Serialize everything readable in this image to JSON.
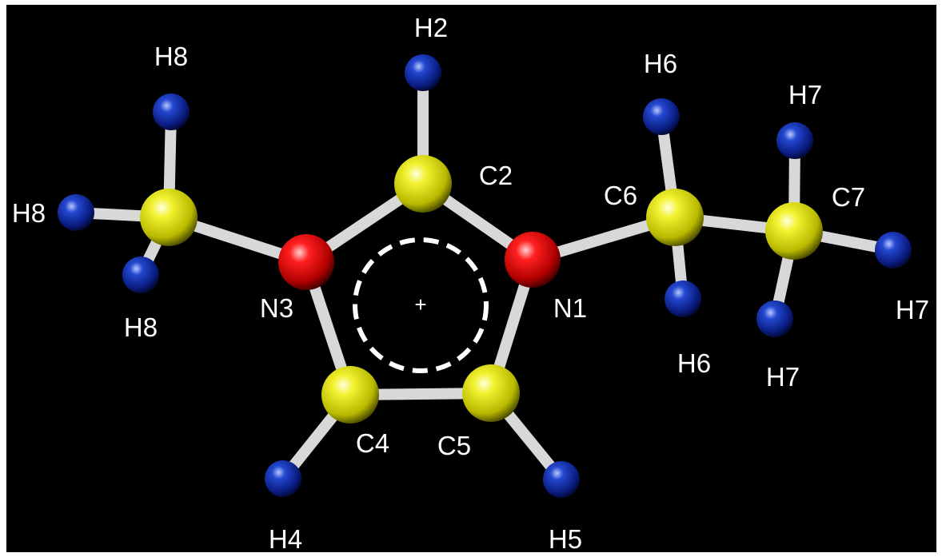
{
  "colors": {
    "background": "#000000",
    "carbon": "#e6e600",
    "nitrogen": "#e00000",
    "hydrogen": "#1030b0",
    "bond": "#d8d8d8",
    "label": "#ffffff"
  },
  "charge": "+",
  "atoms": [
    {
      "id": "c2",
      "element": "carbon",
      "label": "C2"
    },
    {
      "id": "n1",
      "element": "nitrogen",
      "label": "N1"
    },
    {
      "id": "c5",
      "element": "carbon",
      "label": "C5"
    },
    {
      "id": "c4",
      "element": "carbon",
      "label": "C4"
    },
    {
      "id": "n3",
      "element": "nitrogen",
      "label": "N3"
    },
    {
      "id": "h2",
      "element": "hydrogen",
      "label": "H2"
    },
    {
      "id": "h4",
      "element": "hydrogen",
      "label": "H4"
    },
    {
      "id": "h5",
      "element": "hydrogen",
      "label": "H5"
    },
    {
      "id": "cm",
      "element": "carbon",
      "label": ""
    },
    {
      "id": "h8a",
      "element": "hydrogen",
      "label": "H8"
    },
    {
      "id": "h8b",
      "element": "hydrogen",
      "label": "H8"
    },
    {
      "id": "h8c",
      "element": "hydrogen",
      "label": "H8"
    },
    {
      "id": "c6",
      "element": "carbon",
      "label": "C6"
    },
    {
      "id": "h6a",
      "element": "hydrogen",
      "label": "H6"
    },
    {
      "id": "h6b",
      "element": "hydrogen",
      "label": "H6"
    },
    {
      "id": "c7",
      "element": "carbon",
      "label": "C7"
    },
    {
      "id": "h7a",
      "element": "hydrogen",
      "label": "H7"
    },
    {
      "id": "h7b",
      "element": "hydrogen",
      "label": "H7"
    },
    {
      "id": "h7c",
      "element": "hydrogen",
      "label": "H7"
    }
  ],
  "bonds": [
    [
      "c2",
      "n1"
    ],
    [
      "n1",
      "c5"
    ],
    [
      "c5",
      "c4"
    ],
    [
      "c4",
      "n3"
    ],
    [
      "n3",
      "c2"
    ],
    [
      "c2",
      "h2"
    ],
    [
      "c4",
      "h4"
    ],
    [
      "c5",
      "h5"
    ],
    [
      "n3",
      "cm"
    ],
    [
      "cm",
      "h8a"
    ],
    [
      "cm",
      "h8b"
    ],
    [
      "cm",
      "h8c"
    ],
    [
      "n1",
      "c6"
    ],
    [
      "c6",
      "h6a"
    ],
    [
      "c6",
      "h6b"
    ],
    [
      "c6",
      "c7"
    ],
    [
      "c7",
      "h7a"
    ],
    [
      "c7",
      "h7b"
    ],
    [
      "c7",
      "h7c"
    ]
  ]
}
